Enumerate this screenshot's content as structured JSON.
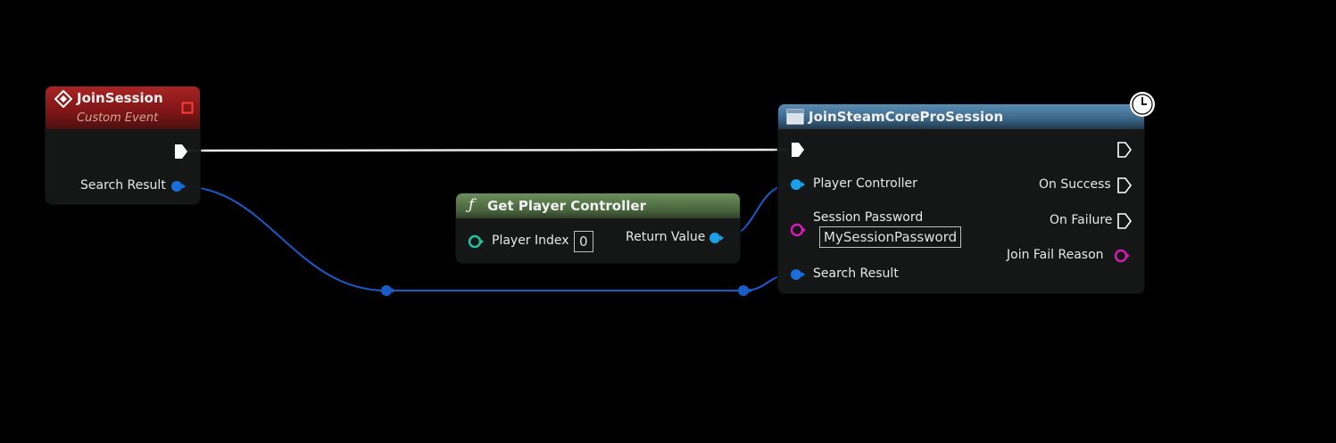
{
  "join_session_node": {
    "title": "JoinSession",
    "subtitle": "Custom Event",
    "search_result_label": "Search Result",
    "header_color": "#9b1c1c"
  },
  "get_player_controller_node": {
    "title": "Get Player Controller",
    "function_glyph": "ƒ",
    "player_index_label": "Player Index",
    "player_index_value": "0",
    "return_value_label": "Return Value",
    "header_color": "#5a7a4c"
  },
  "join_steam_node": {
    "title": "JoinSteamCoreProSession",
    "player_controller_label": "Player Controller",
    "session_password_label": "Session Password",
    "session_password_value": "MySessionPassword",
    "search_result_label": "Search Result",
    "on_success_label": "On Success",
    "on_failure_label": "On Failure",
    "join_fail_reason_label": "Join Fail Reason",
    "header_color": "#3d6a8a"
  },
  "colors": {
    "exec_wire": "#ffffff",
    "struct_pin": "#1a6ed8",
    "object_pin": "#1aa0e8",
    "string_pin": "#d51ab8",
    "int_pin": "#1ec3a0"
  },
  "icons": {
    "event_icon": "diamond-event-icon",
    "delegate_pin": "red-square-icon",
    "function_icon": "function-f-icon",
    "latent_icon": "clock-icon",
    "node_icon": "window-icon"
  }
}
